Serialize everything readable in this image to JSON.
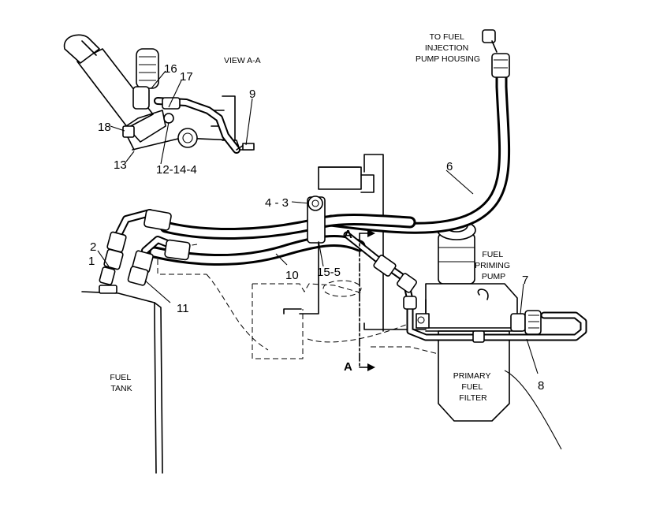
{
  "view": {
    "title": "VIEW A-A"
  },
  "notes": {
    "to_pump": [
      "TO FUEL",
      "INJECTION",
      "PUMP HOUSING"
    ],
    "priming_pump": [
      "FUEL",
      "PRIMING",
      "PUMP"
    ],
    "fuel_tank": [
      "FUEL",
      "TANK"
    ],
    "primary_filter": [
      "PRIMARY",
      "FUEL",
      "FILTER"
    ]
  },
  "callouts": {
    "c1": "1",
    "c2": "2",
    "c3": "4 - 3",
    "c6": "6",
    "c7": "7",
    "c8": "8",
    "c9": "9",
    "c10": "10",
    "c11": "11",
    "c13": "13",
    "c15": "15-5",
    "c16": "16",
    "c17": "17",
    "c18": "18",
    "c12": "12-14-4"
  },
  "section_marks": {
    "top": "A",
    "bottom": "A"
  }
}
